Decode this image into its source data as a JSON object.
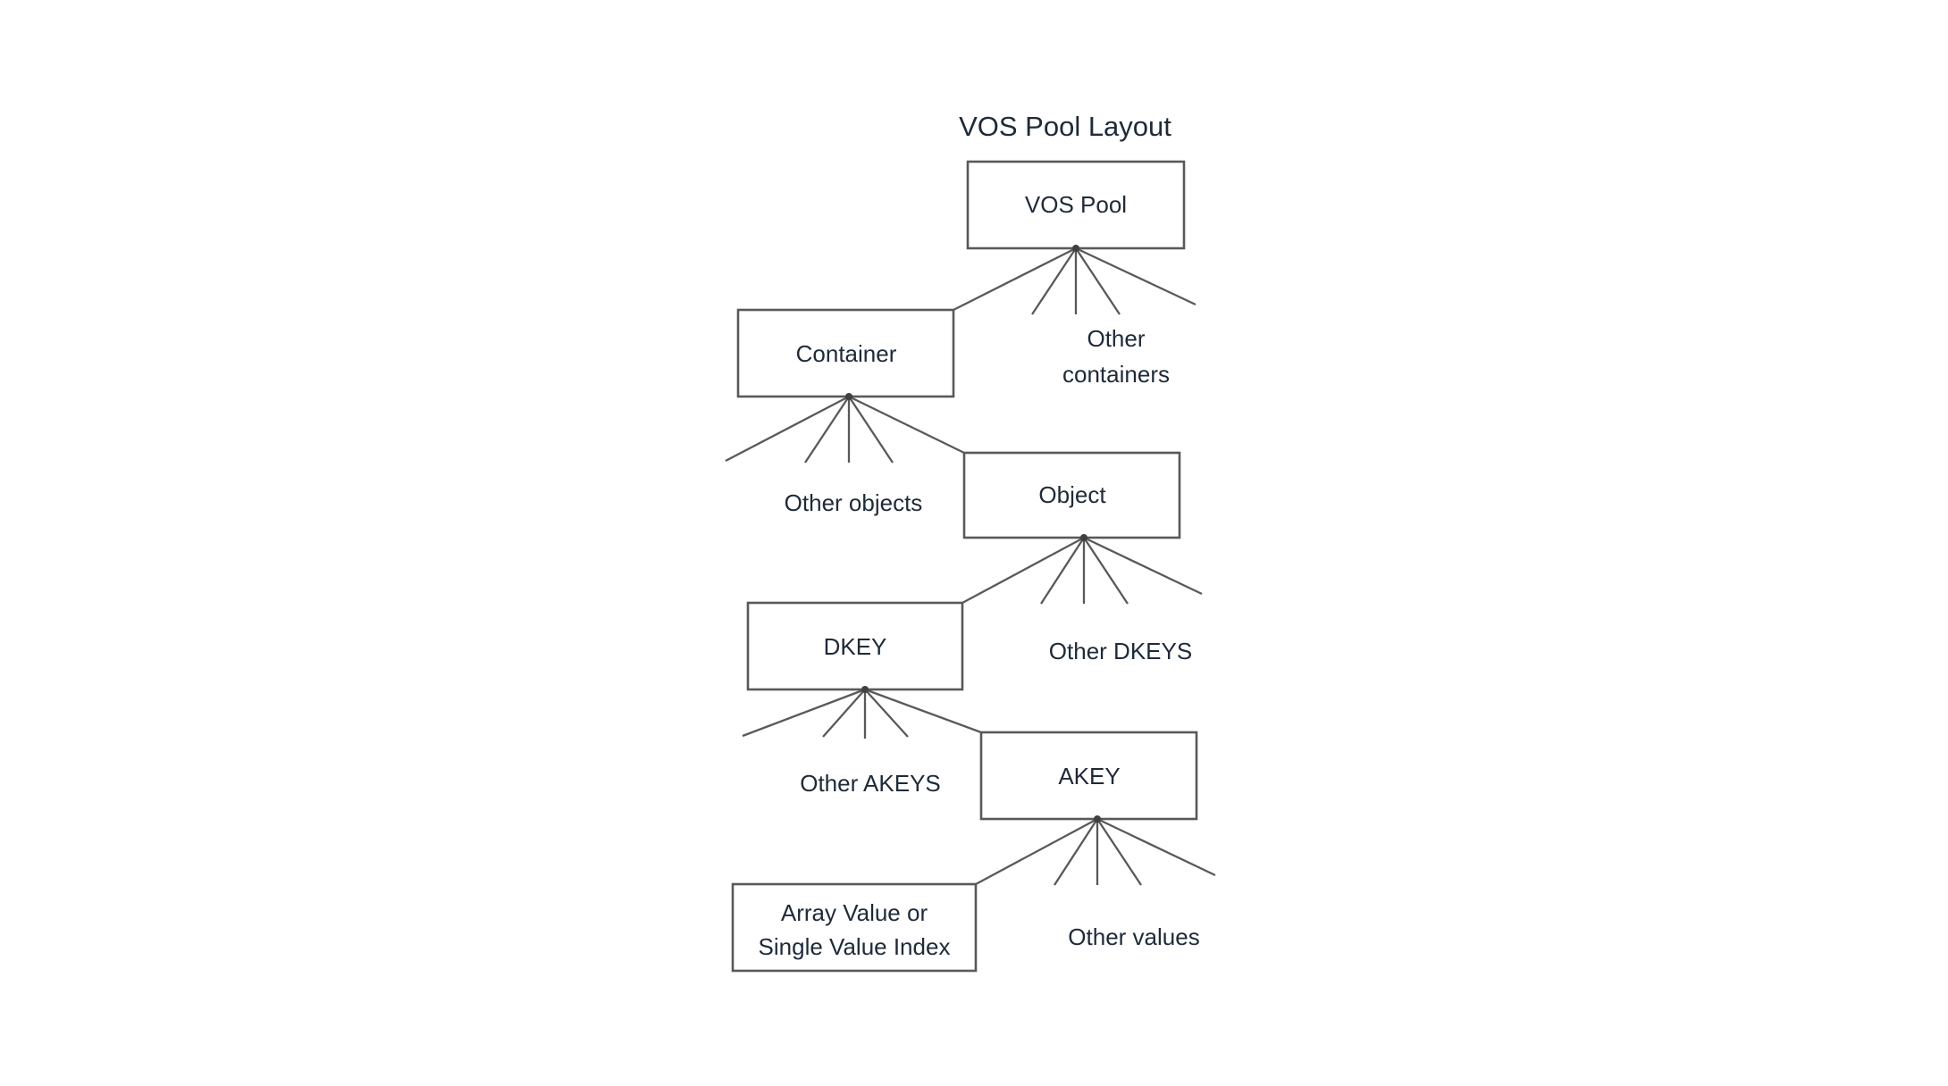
{
  "diagram": {
    "title": "VOS Pool Layout",
    "nodes": [
      {
        "id": "vos-pool",
        "label": "VOS Pool"
      },
      {
        "id": "container",
        "label": "Container"
      },
      {
        "id": "object",
        "label": "Object"
      },
      {
        "id": "dkey",
        "label": "DKEY"
      },
      {
        "id": "akey",
        "label": "AKEY"
      },
      {
        "id": "value",
        "label_line1": "Array Value or",
        "label_line2": "Single Value Index"
      }
    ],
    "annotations": [
      {
        "id": "other-containers",
        "line1": "Other",
        "line2": "containers"
      },
      {
        "id": "other-objects",
        "line1": "Other objects"
      },
      {
        "id": "other-dkeys",
        "line1": "Other DKEYS"
      },
      {
        "id": "other-akeys",
        "line1": "Other AKEYS"
      },
      {
        "id": "other-values",
        "line1": "Other values"
      }
    ],
    "colors": {
      "stroke": "#595959",
      "text": "#1f2a38",
      "background": "#ffffff"
    }
  }
}
